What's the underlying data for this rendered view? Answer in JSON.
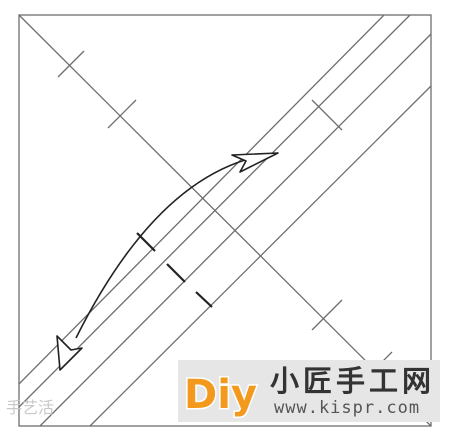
{
  "watermark": {
    "logo_text": "Diy",
    "title": "小匠手工网",
    "url": "www.kispr.com",
    "corner_text": "手艺活"
  },
  "colors": {
    "line": "#6e6e6e",
    "arrow": "#222222",
    "banner_bg": "#e6e6e6",
    "logo_orange": "#f39a1e",
    "logo_outline": "#ffffff"
  }
}
